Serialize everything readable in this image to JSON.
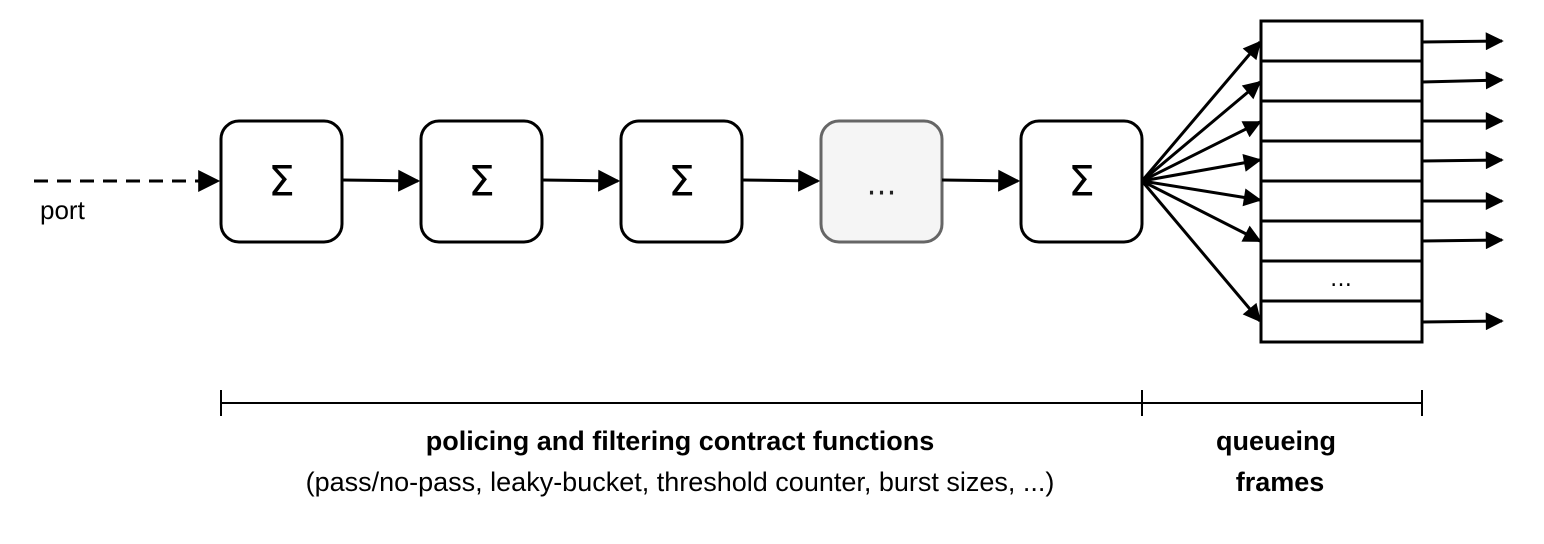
{
  "input": {
    "label": "port"
  },
  "stages": [
    {
      "symbol": "Σ",
      "highlight": false
    },
    {
      "symbol": "Σ",
      "highlight": false
    },
    {
      "symbol": "Σ",
      "highlight": false
    },
    {
      "symbol": "…",
      "highlight": true
    },
    {
      "symbol": "Σ",
      "highlight": false
    }
  ],
  "queue": {
    "ellipsis": "…"
  },
  "sections": {
    "policing": {
      "title": "policing and filtering contract functions",
      "subtitle": "(pass/no-pass, leaky-bucket, threshold counter, burst sizes, ...)"
    },
    "queueing": {
      "line1": "queueing",
      "line2": "frames"
    }
  },
  "colors": {
    "stroke": "#000000",
    "highlight_fill": "#f5f5f5",
    "highlight_stroke": "#666666"
  }
}
